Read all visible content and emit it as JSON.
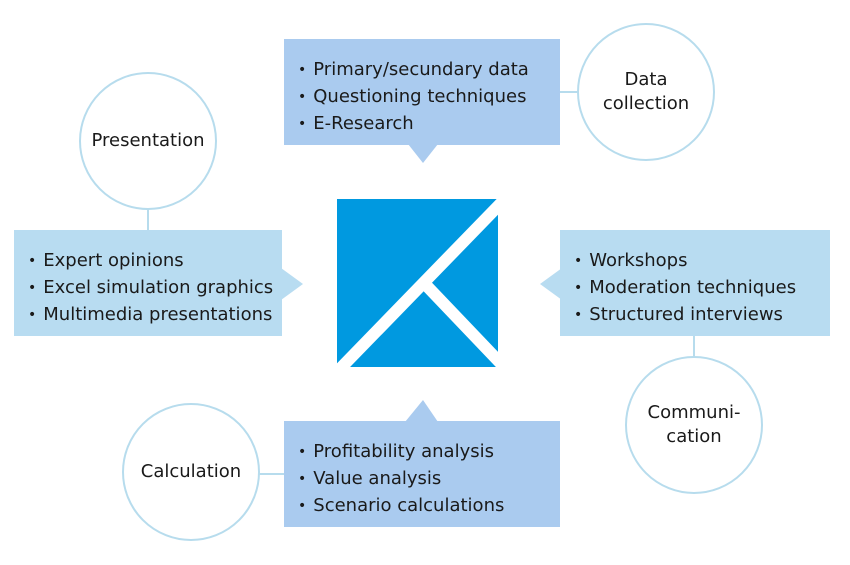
{
  "colors": {
    "logo_blue": "#0099e0",
    "box_dark": "#aacbef",
    "box_light": "#b8dcf1",
    "circle_border": "#b7dced"
  },
  "logo": {
    "icon": "k-mark-logo-icon"
  },
  "circles": {
    "data_collection": [
      "Data",
      "collection"
    ],
    "presentation": [
      "Presentation"
    ],
    "communication": [
      "Communi-",
      "cation"
    ],
    "calculation": [
      "Calculation"
    ]
  },
  "boxes": {
    "data_collection": [
      "Primary/secundary data",
      "Questioning techniques",
      "E-Research"
    ],
    "presentation": [
      "Expert opinions",
      "Excel simulation graphics",
      "Multimedia presentations"
    ],
    "communication": [
      "Workshops",
      "Moderation techniques",
      "Structured interviews"
    ],
    "calculation": [
      "Profitability analysis",
      "Value analysis",
      "Scenario calculations"
    ]
  }
}
